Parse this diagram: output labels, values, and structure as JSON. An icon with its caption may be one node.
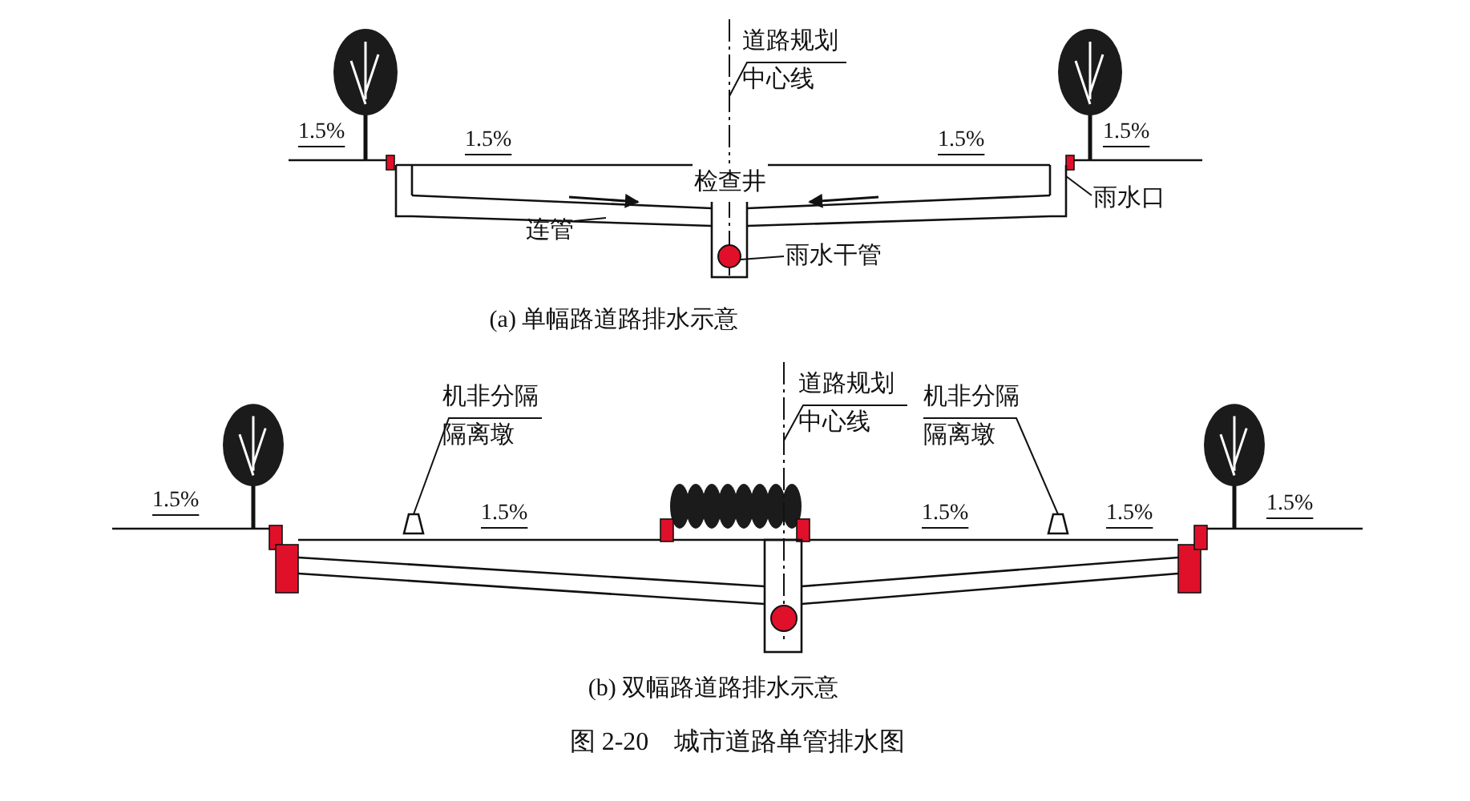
{
  "diagram": {
    "caption": "图 2-20　城市道路单管排水图",
    "nodes": [
      {
        "text": [
          "道路规划中心线"
        ]
      },
      {
        "text": [],
        "shape": "line"
      },
      {
        "text": [
          "连管"
        ]
      },
      {
        "text": [
          "雨水干管"
        ]
      },
      {
        "text": [],
        "shape": "circle"
      },
      {
        "text": [
          "雨水口"
        ]
      },
      {
        "text": [
          "道路规划中心线"
        ]
      },
      {
        "text": [],
        "shape": "line"
      },
      {
        "text": [
          "机非分隔隔离墩"
        ]
      },
      {
        "text": [],
        "shape": "box"
      },
      {
        "text": [
          "机非分隔隔离墩"
        ]
      },
      {
        "text": [],
        "shape": "box"
      },
      {
        "text": [],
        "shape": "circle"
      }
    ],
    "edges": [
      {
        "from": 0,
        "to": 1,
        "arrow": "none"
      },
      {
        "from": 2,
        "to": null,
        "arrow": "none"
      },
      {
        "from": 3,
        "to": 4,
        "arrow": "none"
      },
      {
        "from": 5,
        "to": null,
        "arrow": "none"
      },
      {
        "from": 6,
        "to": 7,
        "arrow": "none"
      },
      {
        "from": 8,
        "to": 9,
        "arrow": "none"
      },
      {
        "from": 10,
        "to": 11,
        "arrow": "none"
      }
    ],
    "labels": [
      "1.5%",
      "1.5%",
      "1.5%",
      "1.5%",
      "检查井",
      "(a)  单幅路道路排水示意",
      "1.5%",
      "1.5%",
      "1.5%",
      "1.5%",
      "1.5%",
      "(b)  双幅路道路排水示意"
    ]
  }
}
